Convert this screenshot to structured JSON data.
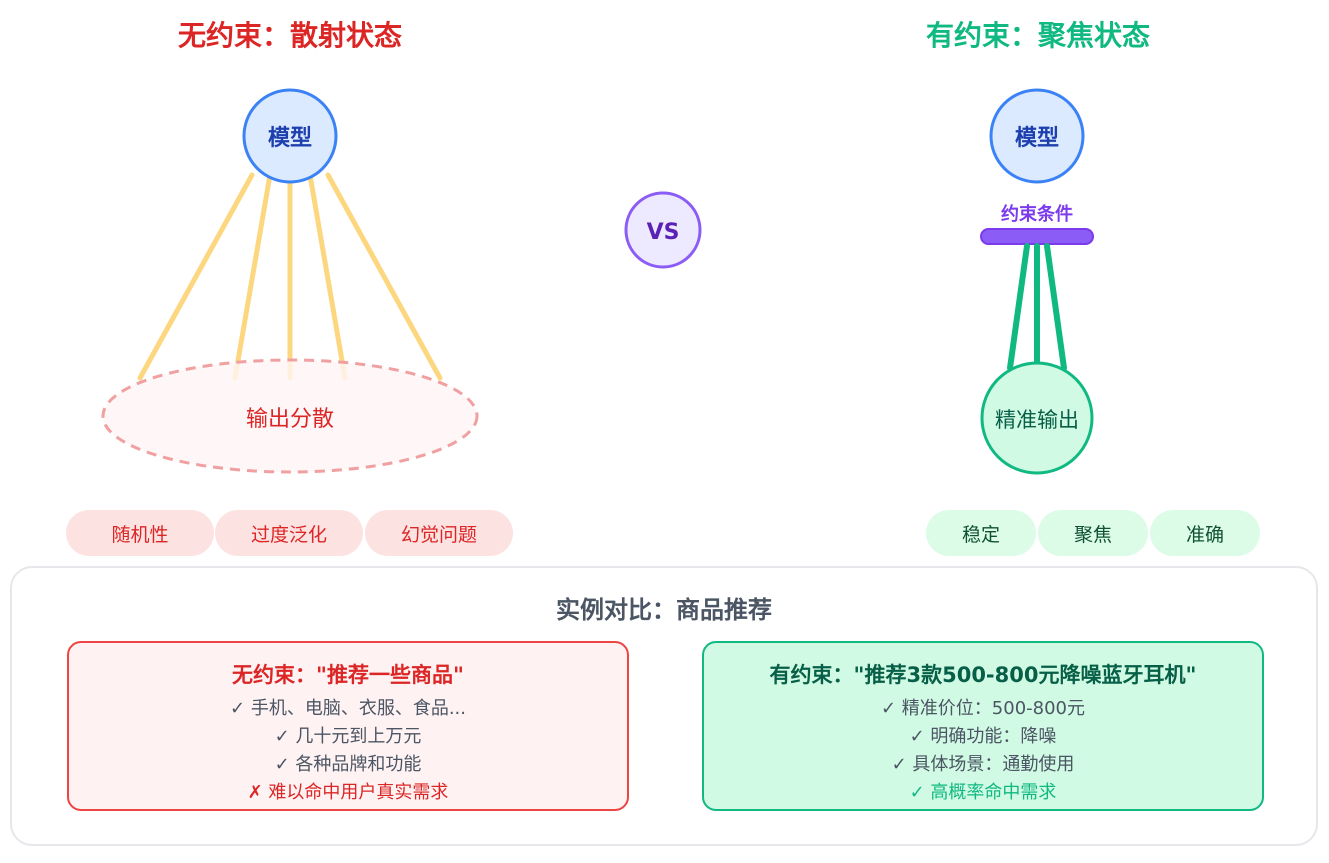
{
  "left": {
    "title": "无约束：散射状态",
    "model_label": "模型",
    "output_label": "输出分散",
    "tags": [
      "随机性",
      "过度泛化",
      "幻觉问题"
    ]
  },
  "vs_label": "VS",
  "right": {
    "title": "有约束：聚焦状态",
    "model_label": "模型",
    "constraint_label": "约束条件",
    "output_label": "精准输出",
    "tags": [
      "稳定",
      "聚焦",
      "准确"
    ]
  },
  "example": {
    "title": "实例对比：商品推荐",
    "unconstrained": {
      "title": "无约束：\"推荐一些商品\"",
      "items": [
        "✓ 手机、电脑、衣服、食品...",
        "✓ 几十元到上万元",
        "✓ 各种品牌和功能",
        "✗ 难以命中用户真实需求"
      ]
    },
    "constrained": {
      "title": "有约束：\"推荐3款500-800元降噪蓝牙耳机\"",
      "items": [
        "✓ 精准价位：500-800元",
        "✓ 明确功能：降噪",
        "✓ 具体场景：通勤使用",
        "✓ 高概率命中需求"
      ]
    }
  },
  "colors": {
    "red": "#dc2626",
    "green": "#10b981",
    "blue": "#3b82f6",
    "purple": "#8b5cf6",
    "ray": "#fcd77f"
  }
}
